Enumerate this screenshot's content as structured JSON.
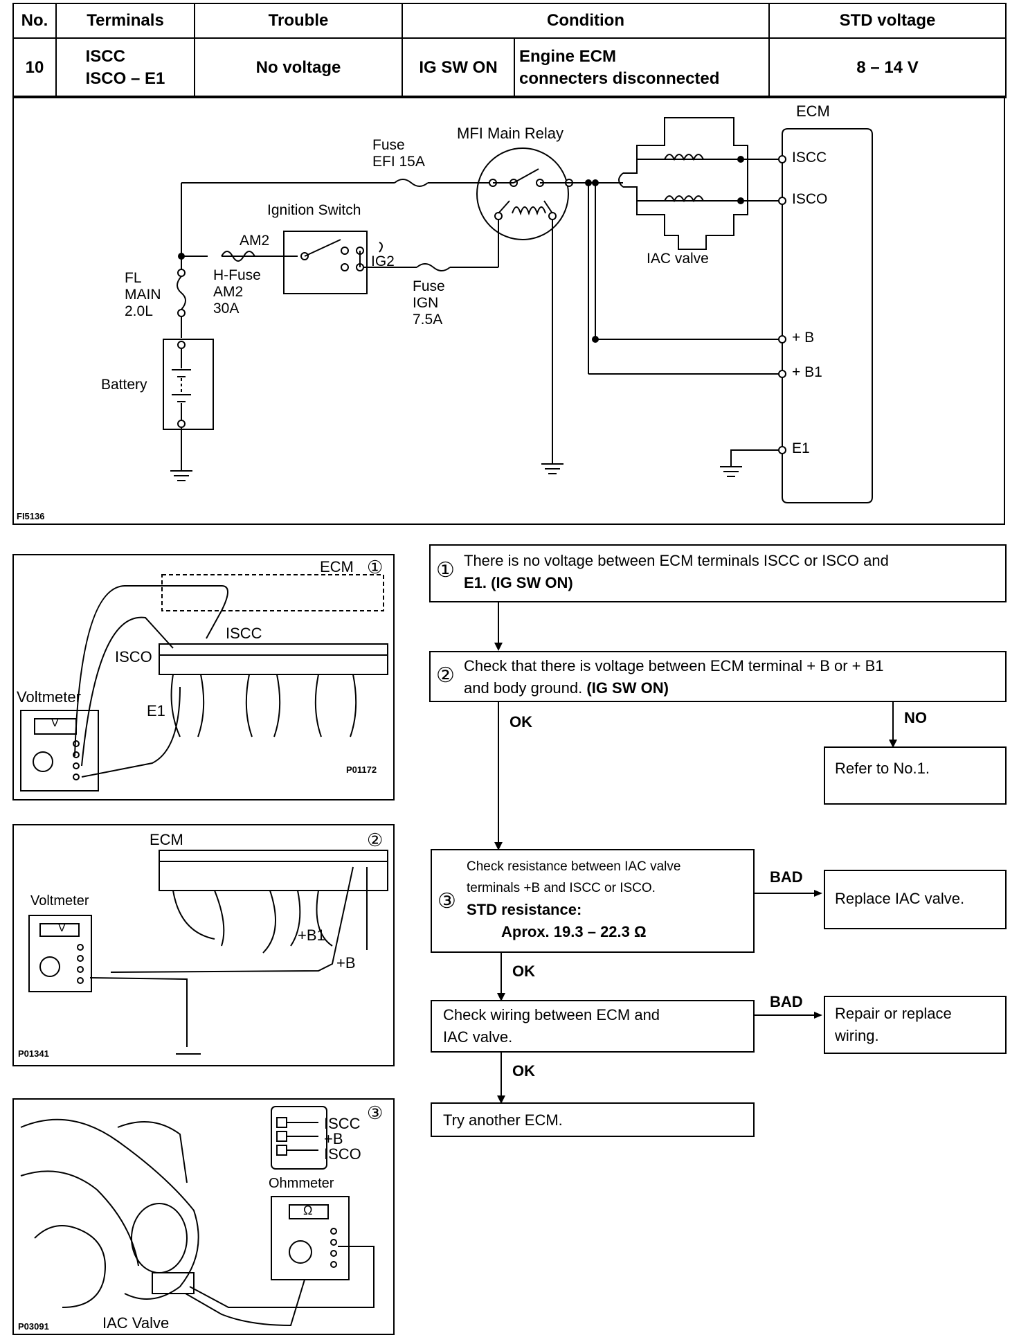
{
  "table": {
    "headers": {
      "no": "No.",
      "terminals": "Terminals",
      "trouble": "Trouble",
      "condition": "Condition",
      "std": "STD voltage"
    },
    "row": {
      "no": "10",
      "term1": "ISCC",
      "term2": "ISCO",
      "term_suffix": "– E1",
      "trouble": "No voltage",
      "cond1": "IG SW ON",
      "cond2_line1": "Engine ECM",
      "cond2_line2": "connecters  disconnected",
      "std": "8 – 14 V"
    }
  },
  "circuit": {
    "fig_code": "FI5136",
    "ecm": "ECM",
    "iscc": "ISCC",
    "isco": "ISCO",
    "plus_b": "+ B",
    "plus_b1": "+ B1",
    "e1": "E1",
    "main_relay": "MFI Main Relay",
    "fuse_efi": [
      "Fuse",
      "EFI 15A"
    ],
    "ignition_switch": "Ignition Switch",
    "am2": "AM2",
    "ig2": "IG2",
    "h_fuse": [
      "H-Fuse",
      "AM2",
      "30A"
    ],
    "fl_main": [
      "FL",
      "MAIN",
      "2.0L"
    ],
    "fuse_ign": [
      "Fuse",
      "IGN",
      "7.5A"
    ],
    "battery": "Battery",
    "iac_valve": "IAC valve"
  },
  "illus1": {
    "ecm": "ECM",
    "num": "①",
    "iscc": "ISCC",
    "isco": "ISCO",
    "voltmeter": "Voltmeter",
    "e1": "E1",
    "v": "V",
    "code": "P01172"
  },
  "illus2": {
    "ecm": "ECM",
    "num": "②",
    "voltmeter": "Voltmeter",
    "v": "V",
    "b1": "+B1",
    "b": "+B",
    "code": "P01341"
  },
  "illus3": {
    "num": "③",
    "iscc": "ISCC",
    "b": "+B",
    "isco": "ISCO",
    "ohmmeter": "Ohmmeter",
    "omega": "Ω",
    "iac": "IAC Valve",
    "code": "P03091"
  },
  "flow": {
    "step1": {
      "num": "①",
      "text": "There is no voltage between ECM terminals ISCC or ISCO and",
      "bold": "E1. (IG SW ON)"
    },
    "step2": {
      "num": "②",
      "text": "Check that there is voltage between ECM terminal + B or + B1",
      "text2": "and body ground.",
      "bold": "(IG SW ON)"
    },
    "ok1": "OK",
    "no": "NO",
    "refer": "Refer to No.1.",
    "step3": {
      "num": "③",
      "line1": "Check resistance between IAC valve",
      "line2": "terminals +B and ISCC or ISCO.",
      "std": "STD resistance:",
      "value": "Aprox. 19.3 – 22.3 Ω"
    },
    "bad1": "BAD",
    "replace": "Replace IAC valve.",
    "ok2": "OK",
    "step4": {
      "line1": "Check wiring between ECM and",
      "line2": "IAC valve."
    },
    "bad2": "BAD",
    "repair": {
      "line1": "Repair or replace",
      "line2": "wiring."
    },
    "ok3": "OK",
    "step5": "Try another ECM."
  }
}
